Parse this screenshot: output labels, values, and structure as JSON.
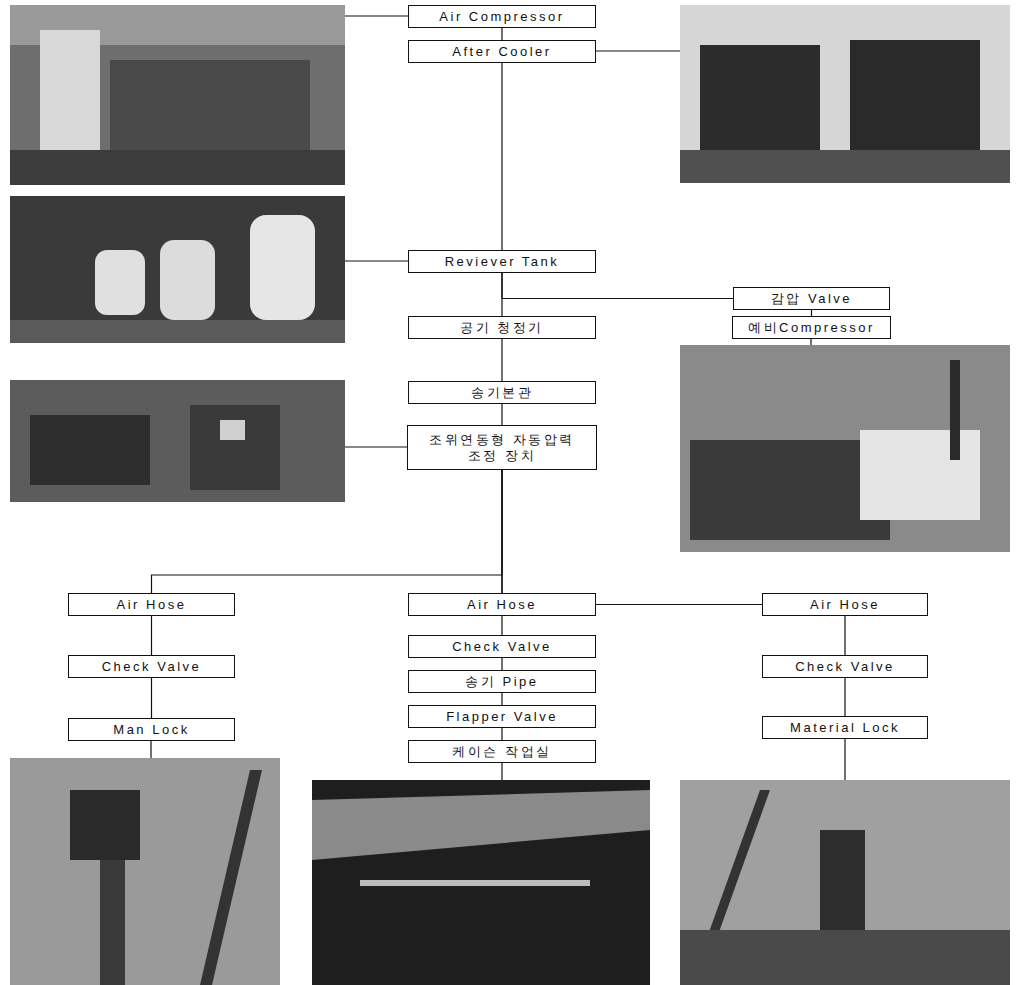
{
  "diagram": {
    "nodes": [
      {
        "text": [
          "Air Compressor"
        ]
      },
      {
        "text": [
          "After Cooler"
        ]
      },
      {
        "text": [
          "Reviever Tank"
        ]
      },
      {
        "text": [
          "감압 Valve"
        ]
      },
      {
        "text": [
          "공기 청정기"
        ]
      },
      {
        "text": [
          "예비Compressor"
        ]
      },
      {
        "text": [
          "송기본관"
        ]
      },
      {
        "text": [
          "조위연동형 자동압력조정 장치"
        ]
      },
      {
        "text": [
          "Air Hose"
        ]
      },
      {
        "text": [
          "Air Hose"
        ]
      },
      {
        "text": [
          "Air Hose"
        ]
      },
      {
        "text": [
          "Check Valve"
        ]
      },
      {
        "text": [
          "Check Valve"
        ]
      },
      {
        "text": [
          "Check Valve"
        ]
      },
      {
        "text": [
          "Man Lock"
        ]
      },
      {
        "text": [
          "송기 Pipe"
        ]
      },
      {
        "text": [
          "Material Lock"
        ]
      },
      {
        "text": [
          "Flapper Valve"
        ]
      },
      {
        "text": [
          "케이슨 작업실"
        ]
      }
    ],
    "edges": [
      {
        "from": 0,
        "to": 1,
        "arrow": "none"
      },
      {
        "from": 1,
        "to": 2,
        "arrow": "none"
      },
      {
        "from": 2,
        "to": 4,
        "arrow": "none"
      },
      {
        "from": 2,
        "to": 3,
        "arrow": "none"
      },
      {
        "from": 3,
        "to": 5,
        "arrow": "none"
      },
      {
        "from": 4,
        "to": 6,
        "arrow": "none"
      },
      {
        "from": 6,
        "to": 7,
        "arrow": "none"
      },
      {
        "from": 7,
        "to": 8,
        "arrow": "none"
      },
      {
        "from": 7,
        "to": 9,
        "arrow": "none"
      },
      {
        "from": 7,
        "to": 10,
        "arrow": "none"
      },
      {
        "from": 8,
        "to": 11,
        "arrow": "none"
      },
      {
        "from": 9,
        "to": 12,
        "arrow": "none"
      },
      {
        "from": 10,
        "to": 13,
        "arrow": "none"
      },
      {
        "from": 11,
        "to": 14,
        "arrow": "none"
      },
      {
        "from": 12,
        "to": 15,
        "arrow": "none"
      },
      {
        "from": 15,
        "to": 17,
        "arrow": "none"
      },
      {
        "from": 17,
        "to": 18,
        "arrow": "none"
      },
      {
        "from": 13,
        "to": 16,
        "arrow": "none"
      }
    ]
  }
}
